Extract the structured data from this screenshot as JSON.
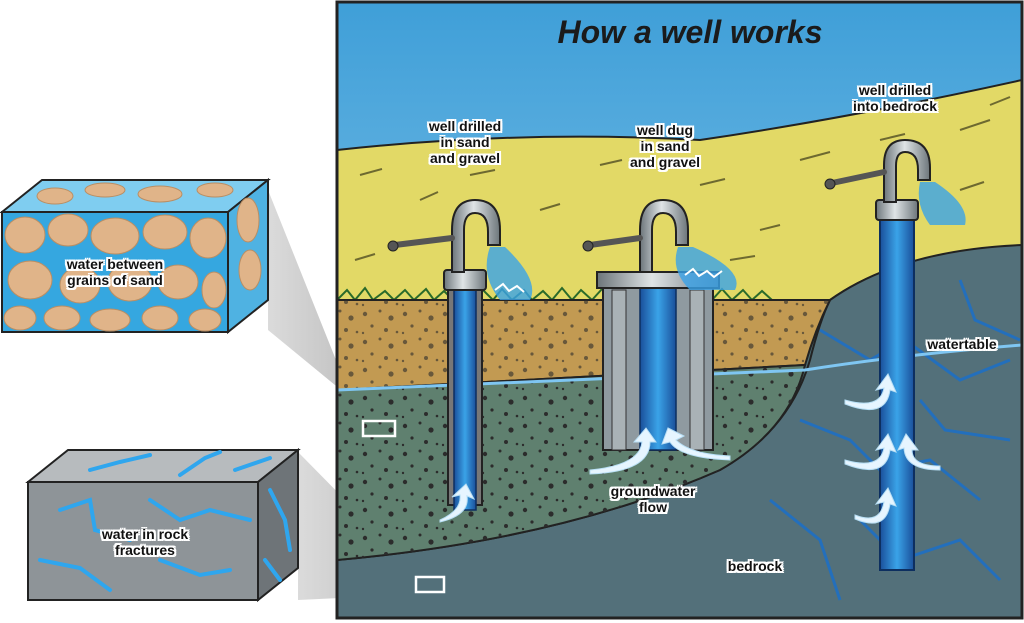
{
  "title": "How a well works",
  "labels": {
    "well_sand": [
      "well drilled",
      "in sand",
      "and gravel"
    ],
    "well_dug": [
      "well dug",
      "in sand",
      "and gravel"
    ],
    "well_bedrock": [
      "well drilled",
      "into bedrock"
    ],
    "watertable": "watertable",
    "groundwater": [
      "groundwater",
      "flow"
    ],
    "bedrock": "bedrock",
    "sand_box": [
      "water between",
      "grains of sand"
    ],
    "rock_box": [
      "water in rock",
      "fractures"
    ]
  },
  "colors": {
    "sky": "#56aee0",
    "grass": "#e4dc6a",
    "sand": "#c29a52",
    "saturated": "#5f806f",
    "bedrock": "#4b6a72",
    "water": "#2f8fd6",
    "pump": "#8f9aa0"
  }
}
